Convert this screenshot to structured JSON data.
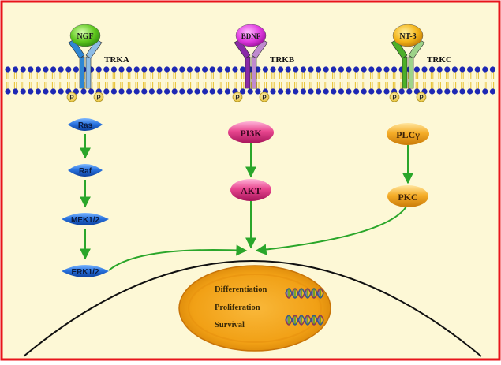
{
  "colors": {
    "background": "#fdf8d6",
    "frame": "#e8141b",
    "membrane_head": "#1d28b4",
    "membrane_tail": "#e8c43a",
    "arrow": "#2aa62a",
    "nucleus": "#f0a010",
    "trka_receptor": "#2f86d2",
    "trkb_receptor": "#8a2aa8",
    "trkc_receptor": "#4caf28",
    "blue_node": "#1f6fd8",
    "pink_node": "#e53a8e",
    "orange_node": "#f2a21a"
  },
  "receptors": [
    {
      "ligand": "NGF",
      "label": "TRKA",
      "ligand_icon": "green-ball-icon",
      "receptor_icon": "blue-y-receptor-icon"
    },
    {
      "ligand": "BDNF",
      "label": "TRKB",
      "ligand_icon": "magenta-ball-icon",
      "receptor_icon": "purple-y-receptor-icon"
    },
    {
      "ligand": "NT-3",
      "label": "TRKC",
      "ligand_icon": "orange-ball-icon",
      "receptor_icon": "green-y-receptor-icon"
    }
  ],
  "phospho_label": "P",
  "pathways": {
    "trka": [
      "Ras",
      "Raf",
      "MEK1/2",
      "ERK1/2"
    ],
    "trkb": [
      "PI3K",
      "AKT"
    ],
    "trkc": [
      "PLCγ",
      "PKC"
    ]
  },
  "nucleus": {
    "outcomes": [
      "Differentiation",
      "Proliferation",
      "Survival"
    ],
    "icon": "dna-helix-icon"
  }
}
